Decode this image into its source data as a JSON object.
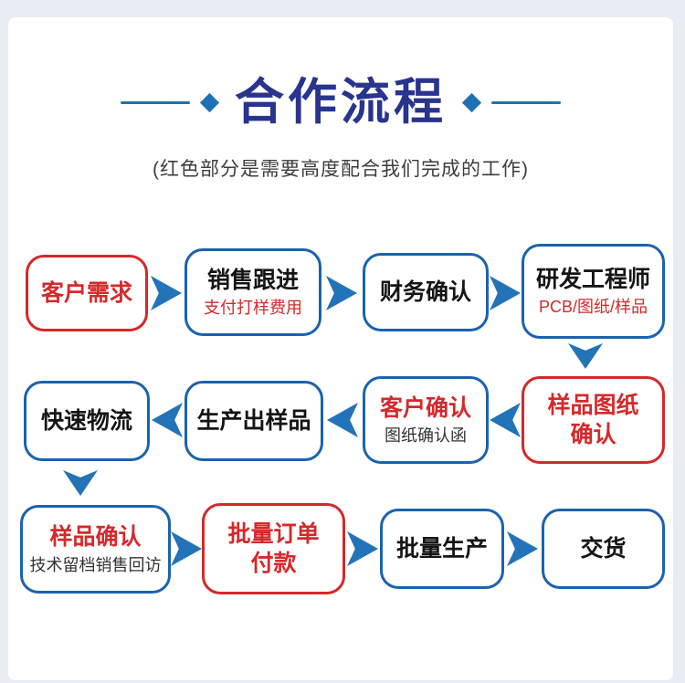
{
  "page": {
    "background_color": "#e8edf4",
    "card_background": "#ffffff"
  },
  "header": {
    "title": "合作流程",
    "subtitle": "(红色部分是需要高度配合我们完成的工作)",
    "title_color": "#28348e",
    "accent_color": "#1e72b4"
  },
  "colors": {
    "red": "#d4292b",
    "blue_border": "#1a63ae",
    "arrow_blue": "#2273b8",
    "text_black": "#151515"
  },
  "icons": {
    "arrow_right": "▶",
    "arrow_left": "◀",
    "arrow_down": "▼",
    "diamond": "◆"
  },
  "flow": {
    "legend_meaning": "红色部分是需要高度配合我们完成的工作",
    "nodes": [
      {
        "title": "客户需求",
        "subtitle": "",
        "border": "red",
        "title_color": "red",
        "subtitle_color": ""
      },
      {
        "title": "销售跟进",
        "subtitle": "支付打样费用",
        "border": "blue",
        "title_color": "black",
        "subtitle_color": "red"
      },
      {
        "title": "财务确认",
        "subtitle": "",
        "border": "blue",
        "title_color": "black",
        "subtitle_color": ""
      },
      {
        "title": "研发工程师",
        "subtitle": "PCB/图纸/样品",
        "border": "blue",
        "title_color": "black",
        "subtitle_color": "red"
      },
      {
        "title": "样品图纸\n确认",
        "subtitle": "",
        "border": "red",
        "title_color": "red",
        "subtitle_color": ""
      },
      {
        "title": "客户确认",
        "subtitle": "图纸确认函",
        "border": "blue",
        "title_color": "red",
        "subtitle_color": "black"
      },
      {
        "title": "生产出样品",
        "subtitle": "",
        "border": "blue",
        "title_color": "black",
        "subtitle_color": ""
      },
      {
        "title": "快速物流",
        "subtitle": "",
        "border": "blue",
        "title_color": "black",
        "subtitle_color": ""
      },
      {
        "title": "样品确认",
        "subtitle": "技术留档销售回访",
        "border": "blue",
        "title_color": "red",
        "subtitle_color": "black"
      },
      {
        "title": "批量订单\n付款",
        "subtitle": "",
        "border": "red",
        "title_color": "red",
        "subtitle_color": ""
      },
      {
        "title": "批量生产",
        "subtitle": "",
        "border": "blue",
        "title_color": "black",
        "subtitle_color": ""
      },
      {
        "title": "交货",
        "subtitle": "",
        "border": "blue",
        "title_color": "black",
        "subtitle_color": ""
      }
    ]
  }
}
